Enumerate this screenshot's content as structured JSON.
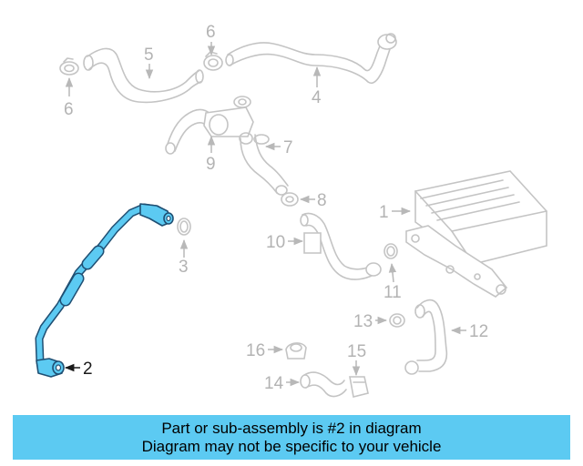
{
  "colors": {
    "highlight": "#5ccaf2",
    "highlight_outline": "#1f4f73",
    "ghost_part": "#c4c4c4",
    "banner_bg": "#5ccaf2"
  },
  "callouts": {
    "c1": "1",
    "c2": "2",
    "c3": "3",
    "c4": "4",
    "c5": "5",
    "c6a": "6",
    "c6b": "6",
    "c6c": "6",
    "c7": "7",
    "c8": "8",
    "c9": "9",
    "c10": "10",
    "c11": "11",
    "c12": "12",
    "c13": "13",
    "c14": "14",
    "c15": "15",
    "c16": "16"
  },
  "highlighted_part": "2",
  "banner": {
    "line1": "Part or sub-assembly is #2 in diagram",
    "line2": "Diagram may not be specific to your vehicle"
  }
}
